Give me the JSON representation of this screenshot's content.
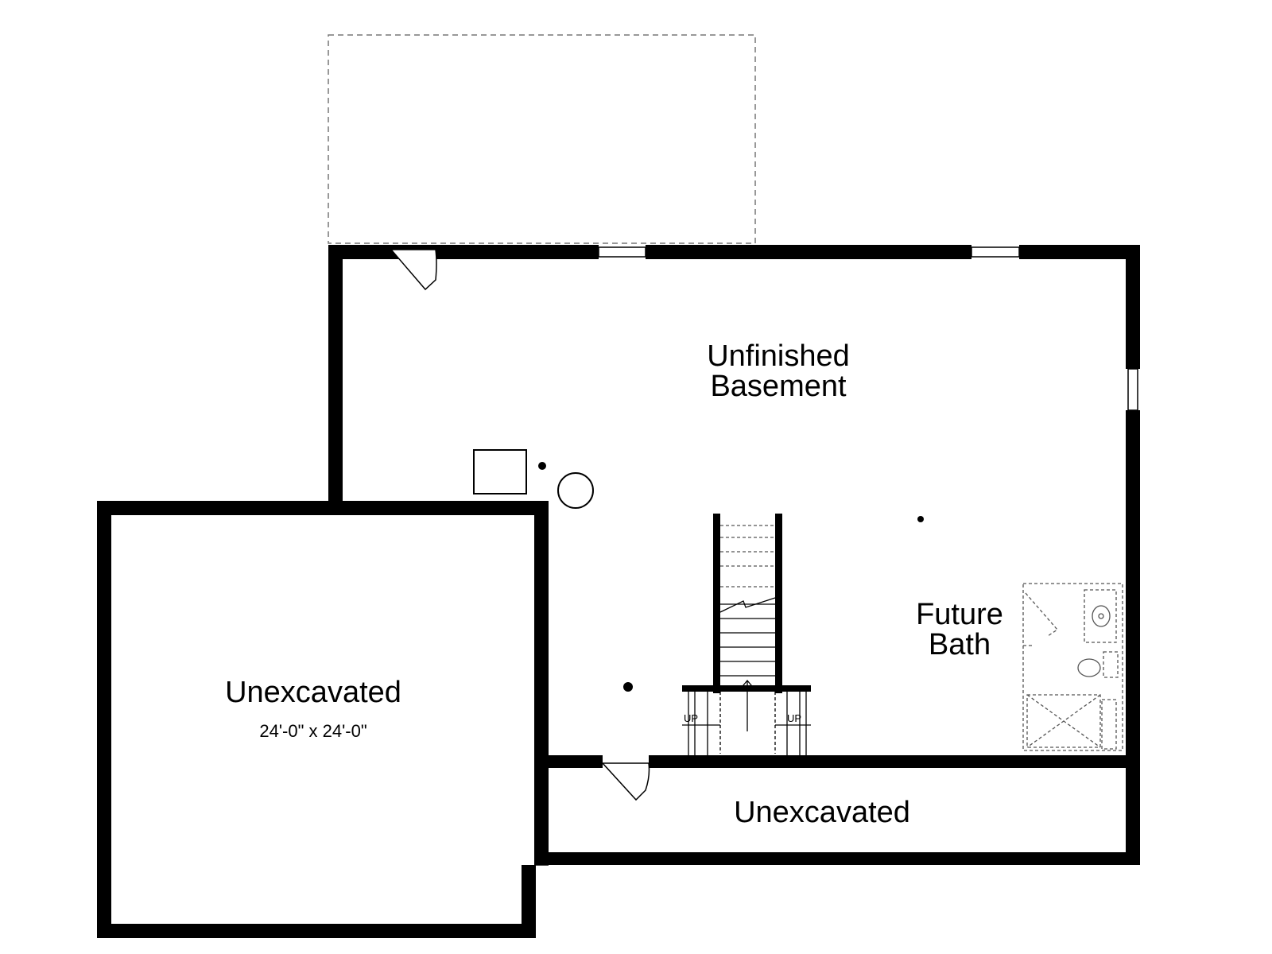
{
  "rooms": {
    "unfinished_basement": {
      "line1": "Unfinished",
      "line2": "Basement"
    },
    "future_bath": {
      "line1": "Future",
      "line2": "Bath"
    },
    "unexcavated_left": {
      "name": "Unexcavated",
      "dimensions": "24'-0\" x 24'-0\""
    },
    "unexcavated_bottom": {
      "name": "Unexcavated"
    }
  },
  "stairs": {
    "left_label": "UP",
    "right_label": "UP"
  },
  "colors": {
    "wall": "#000000",
    "dashed_outline": "#777777",
    "background": "#ffffff"
  }
}
